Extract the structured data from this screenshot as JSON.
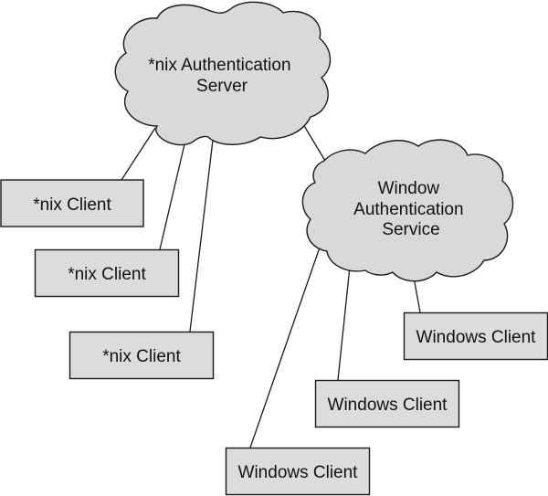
{
  "diagram": {
    "type": "network-topology",
    "colors": {
      "node_fill": "#dcdcdc",
      "cloud_fill": "#d9d9d9",
      "stroke": "#1a1a1a",
      "text": "#111111",
      "background": "#ffffff"
    },
    "nodes": {
      "nix_server": {
        "shape": "cloud",
        "lines": [
          "*nix Authentication",
          "Server"
        ]
      },
      "win_service": {
        "shape": "cloud",
        "lines": [
          "Window",
          "Authentication",
          "Service"
        ]
      },
      "nix_client_1": {
        "shape": "box",
        "label": "*nix Client"
      },
      "nix_client_2": {
        "shape": "box",
        "label": "*nix Client"
      },
      "nix_client_3": {
        "shape": "box",
        "label": "*nix Client"
      },
      "win_client_1": {
        "shape": "box",
        "label": "Windows Client"
      },
      "win_client_2": {
        "shape": "box",
        "label": "Windows Client"
      },
      "win_client_3": {
        "shape": "box",
        "label": "Windows Client"
      }
    },
    "edges": [
      {
        "from": "nix_server",
        "to": "nix_client_1"
      },
      {
        "from": "nix_server",
        "to": "nix_client_2"
      },
      {
        "from": "nix_server",
        "to": "nix_client_3"
      },
      {
        "from": "nix_server",
        "to": "win_service"
      },
      {
        "from": "win_service",
        "to": "win_client_1"
      },
      {
        "from": "win_service",
        "to": "win_client_2"
      },
      {
        "from": "win_service",
        "to": "win_client_3"
      }
    ]
  }
}
